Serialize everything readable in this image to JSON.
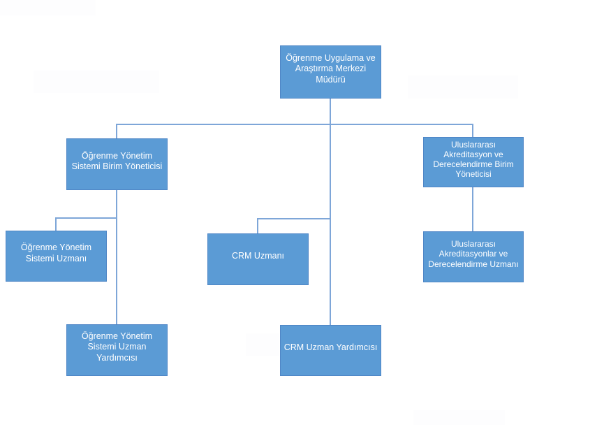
{
  "diagram": {
    "type": "org-chart",
    "language": "tr",
    "colors": {
      "node_fill": "#5b9bd5",
      "node_border": "#4f86c6",
      "connector": "#7ea6d8",
      "text": "#ffffff",
      "background": "#ffffff"
    }
  },
  "nodes": {
    "director": {
      "label": "Öğrenme Uygulama ve\nAraştırma Merkezi\nMüdürü"
    },
    "lms_manager": {
      "label": "Öğrenme Yönetim\nSistemi Birim Yöneticisi"
    },
    "intl_manager": {
      "label": "Uluslararası\nAkreditasyon ve\nDerecelendirme Birim\nYöneticisi"
    },
    "lms_specialist": {
      "label": "Öğrenme Yönetim\nSistemi Uzmanı"
    },
    "crm_specialist": {
      "label": "CRM Uzmanı"
    },
    "intl_specialist": {
      "label": "Uluslararası\nAkreditasyonlar ve\nDerecelendirme Uzmanı"
    },
    "lms_assistant": {
      "label": "Öğrenme Yönetim\nSistemi Uzman\nYardımcısı"
    },
    "crm_assistant": {
      "label": "CRM Uzman Yardımcısı"
    }
  },
  "edges": [
    {
      "from": "director",
      "to": "lms_manager"
    },
    {
      "from": "director",
      "to": "crm_specialist"
    },
    {
      "from": "director",
      "to": "crm_assistant"
    },
    {
      "from": "director",
      "to": "intl_manager"
    },
    {
      "from": "lms_manager",
      "to": "lms_specialist"
    },
    {
      "from": "lms_manager",
      "to": "lms_assistant"
    },
    {
      "from": "intl_manager",
      "to": "intl_specialist"
    }
  ]
}
